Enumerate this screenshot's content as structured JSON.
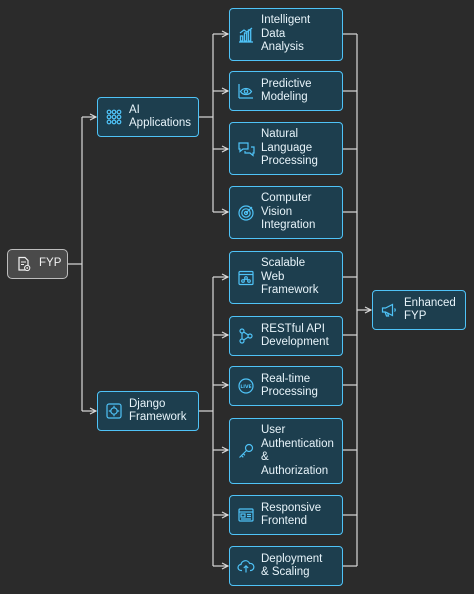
{
  "root": {
    "label": "FYP",
    "icon": "document-gear-icon"
  },
  "branches": [
    {
      "label": "AI\nApplications",
      "icon": "grid-network-icon",
      "children": [
        {
          "label": "Intelligent\nData\nAnalysis",
          "icon": "bar-chart-icon"
        },
        {
          "label": "Predictive\nModeling",
          "icon": "eye-chart-icon"
        },
        {
          "label": "Natural\nLanguage\nProcessing",
          "icon": "speech-bubbles-icon"
        },
        {
          "label": "Computer\nVision\nIntegration",
          "icon": "target-icon"
        }
      ]
    },
    {
      "label": "Django\nFramework",
      "icon": "gear-icon",
      "children": [
        {
          "label": "Scalable\nWeb\nFramework",
          "icon": "browser-network-icon"
        },
        {
          "label": "RESTful API\nDevelopment",
          "icon": "share-nodes-icon"
        },
        {
          "label": "Real-time\nProcessing",
          "icon": "live-icon"
        },
        {
          "label": "User\nAuthentication\n&\nAuthorization",
          "icon": "key-icon"
        },
        {
          "label": "Responsive\nFrontend",
          "icon": "window-icon"
        },
        {
          "label": "Deployment\n& Scaling",
          "icon": "cloud-upload-icon"
        }
      ]
    }
  ],
  "outcome": {
    "label": "Enhanced\nFYP",
    "icon": "megaphone-icon"
  },
  "colors": {
    "accent": "#4fc3f7",
    "node_fill": "#1d3e4e",
    "background": "#2b2b2b",
    "line": "#d9d9d9"
  }
}
